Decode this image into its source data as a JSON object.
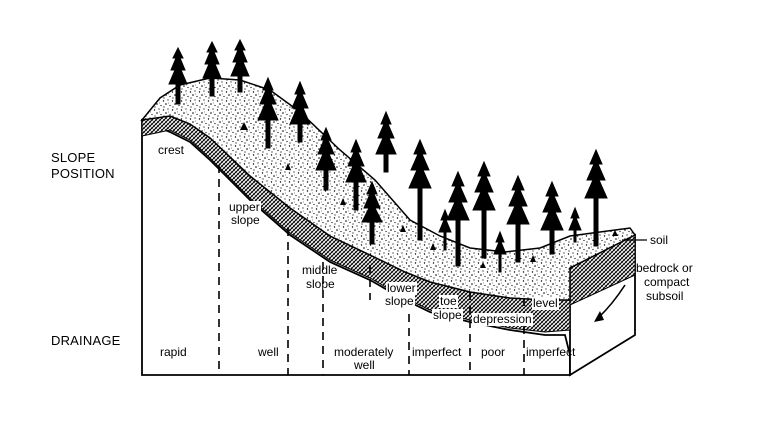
{
  "side_labels": {
    "slope_position_line1": "SLOPE",
    "slope_position_line2": "POSITION",
    "drainage": "DRAINAGE"
  },
  "slope_positions": {
    "crest": "crest",
    "upper_slope_1": "upper",
    "upper_slope_2": "slope",
    "middle_slope_1": "middle",
    "middle_slope_2": "slope",
    "lower_slope_1": "lower",
    "lower_slope_2": "slope",
    "toe_slope_1": "toe",
    "toe_slope_2": "slope",
    "depression": "depression",
    "level": "level"
  },
  "drainage_classes": {
    "rapid": "rapid",
    "well": "well",
    "moderately_well_1": "moderately",
    "moderately_well_2": "well",
    "imperfect_1": "imperfect",
    "poor": "poor",
    "imperfect_2": "imperfect"
  },
  "layer_labels": {
    "soil": "soil",
    "bedrock_1": "bedrock or",
    "bedrock_2": "compact",
    "bedrock_3": "subsoil"
  },
  "icons": [
    "tree-icon",
    "arrow-icon"
  ]
}
